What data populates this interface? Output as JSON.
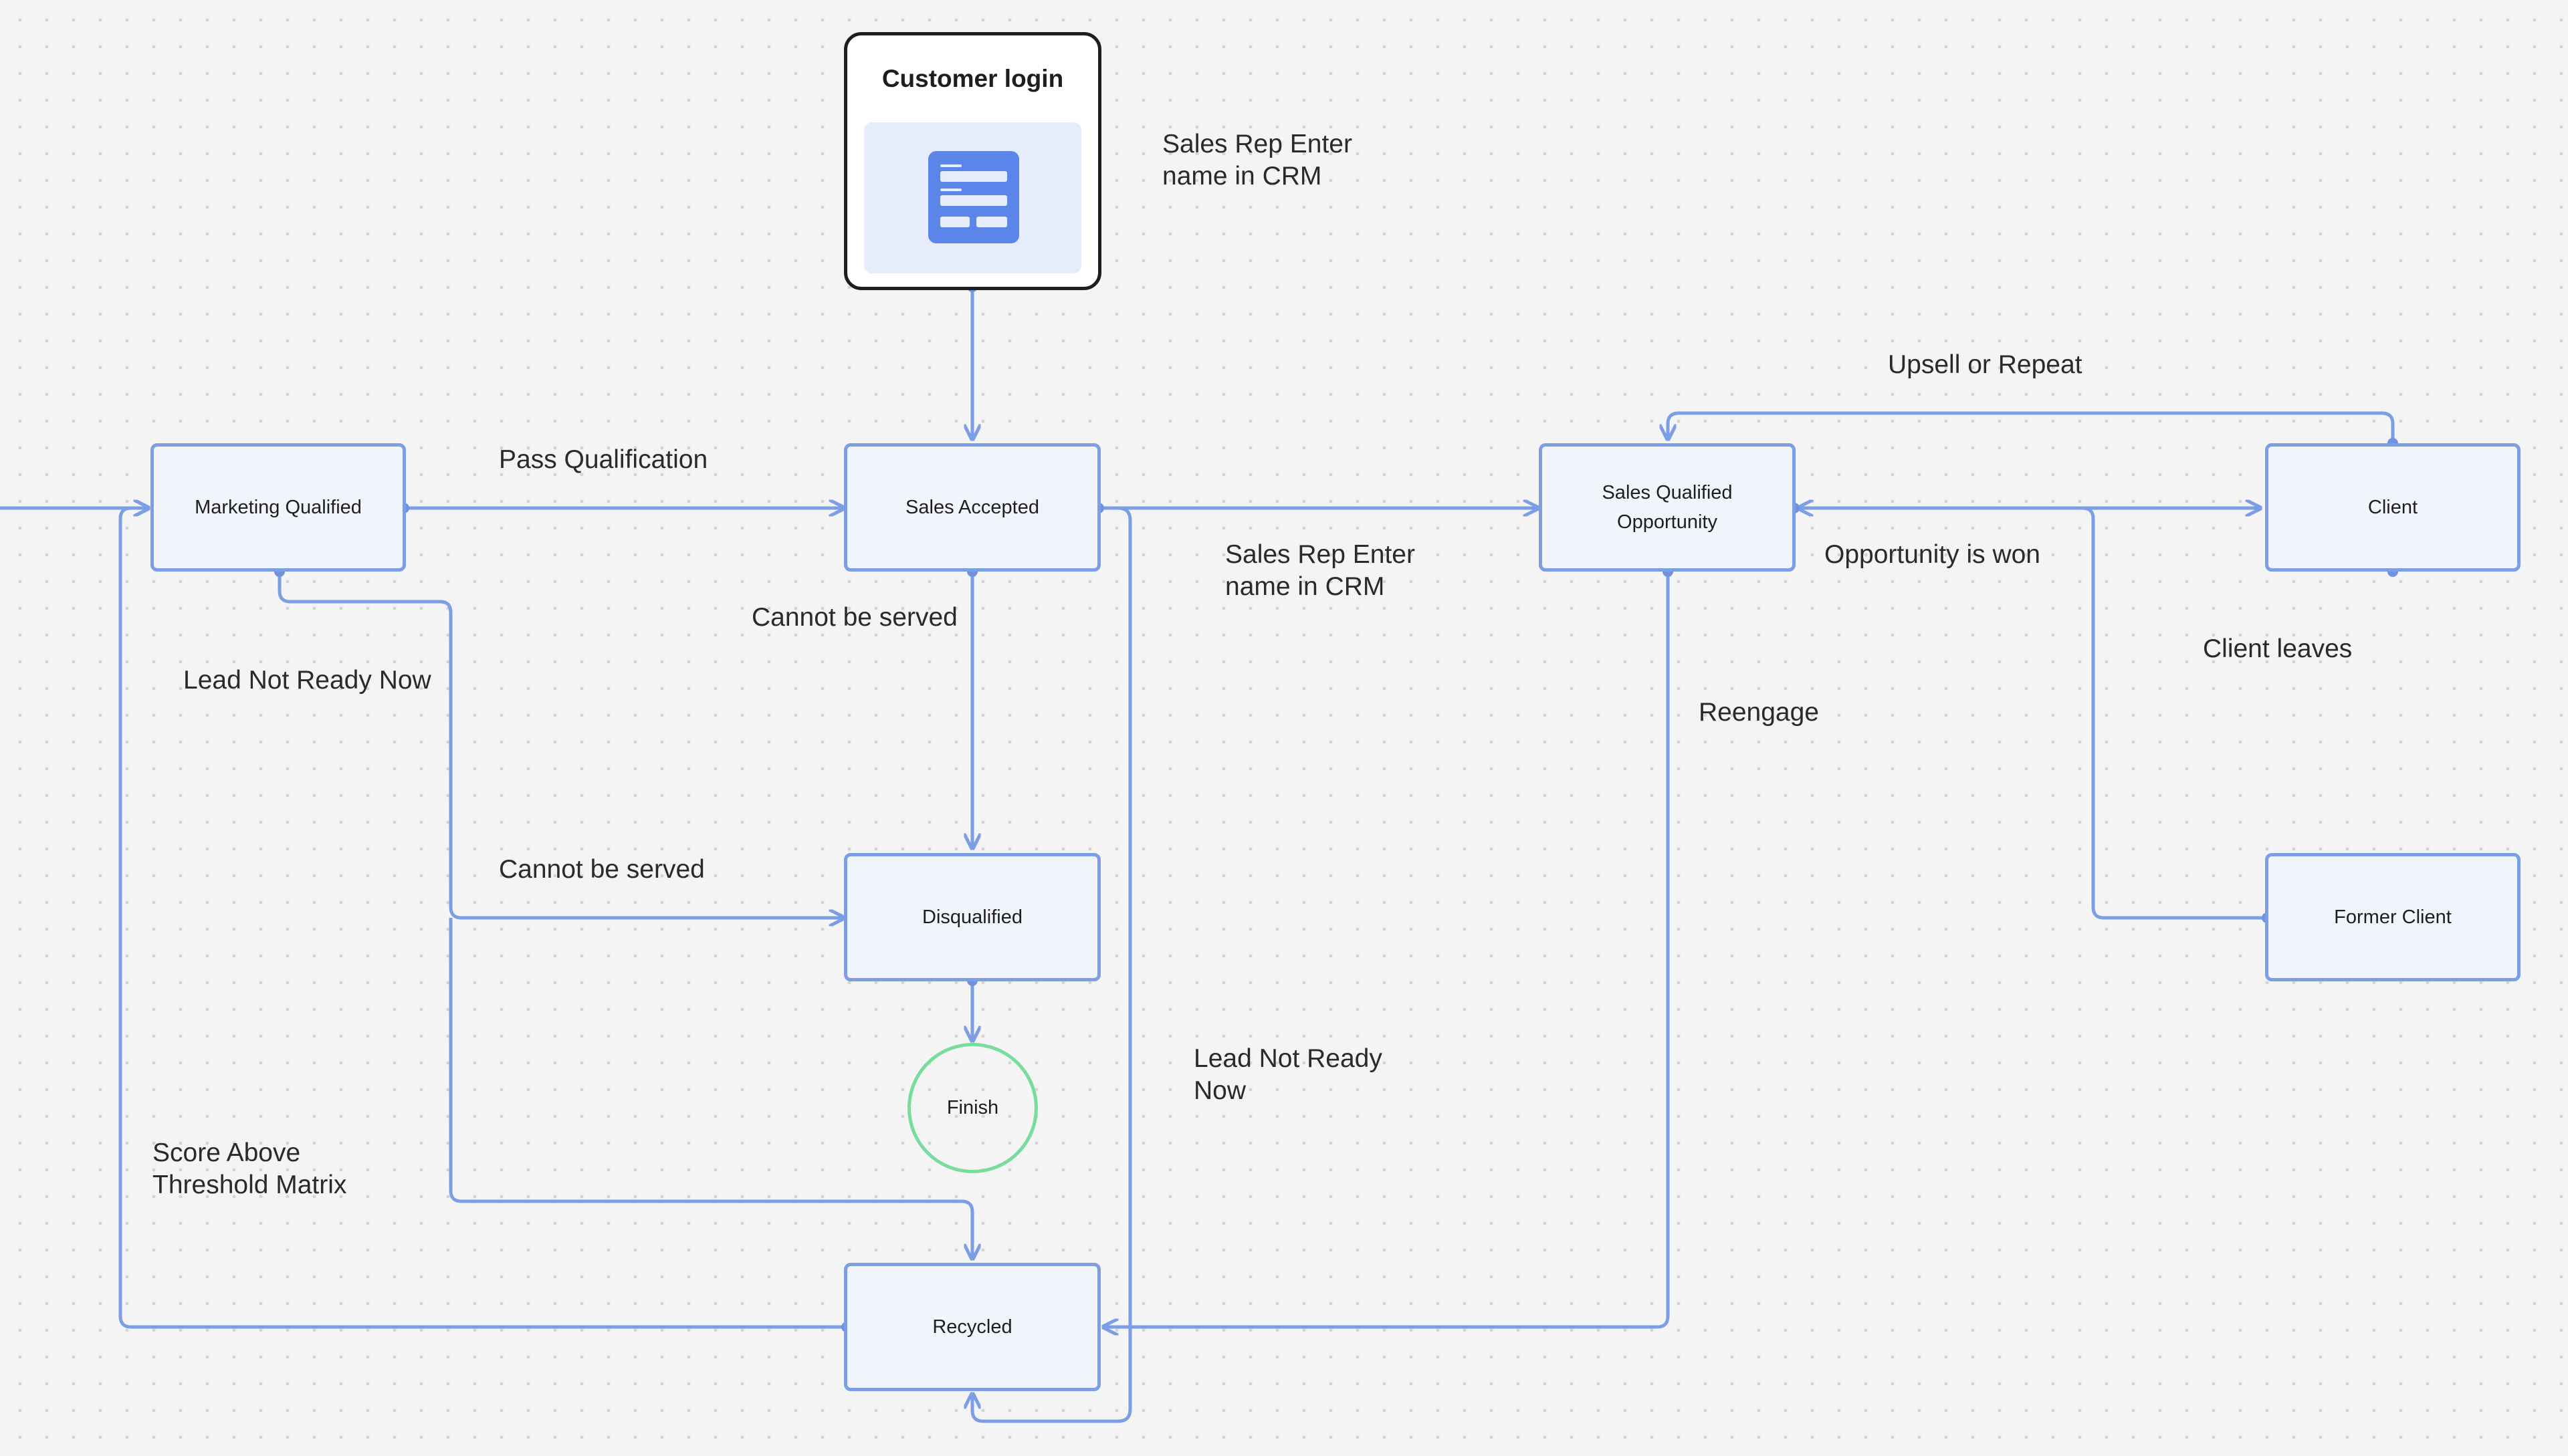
{
  "colors": {
    "edge": "#7b9ee4",
    "node_border": "#7b9ee4",
    "node_fill": "#f1f4fb",
    "finish_border": "#78dd9c",
    "card_border": "#1e1e1e",
    "icon": "#5b85e8"
  },
  "start": {
    "title": "Customer login",
    "icon": "form-document-icon"
  },
  "nodes": {
    "marketing_qualified": "Marketing Qualified",
    "sales_accepted": "Sales Accepted",
    "sales_qualified_opportunity": [
      "Sales Qualified",
      "Opportunity"
    ],
    "client": "Client",
    "disqualified": "Disqualified",
    "former_client": "Former Client",
    "finish": "Finish",
    "recycled": "Recycled"
  },
  "labels": {
    "login_to_sales_accepted": "Sales Rep Enter\nname in CRM",
    "pass_qualification": "Pass Qualification",
    "sales_accepted_to_sqo": "Sales Rep Enter\nname in CRM",
    "upsell_or_repeat": "Upsell or Repeat",
    "opportunity_is_won": "Opportunity is won",
    "cannot_be_served_sa": "Cannot be served",
    "lead_not_ready_now_mq": "Lead Not Ready Now",
    "client_leaves": "Client leaves",
    "reengage": "Reengage",
    "cannot_be_served_mq": "Cannot be served",
    "lead_not_ready_now_sa": "Lead Not Ready\nNow",
    "score_above_threshold": "Score Above\nThreshold Matrix"
  }
}
